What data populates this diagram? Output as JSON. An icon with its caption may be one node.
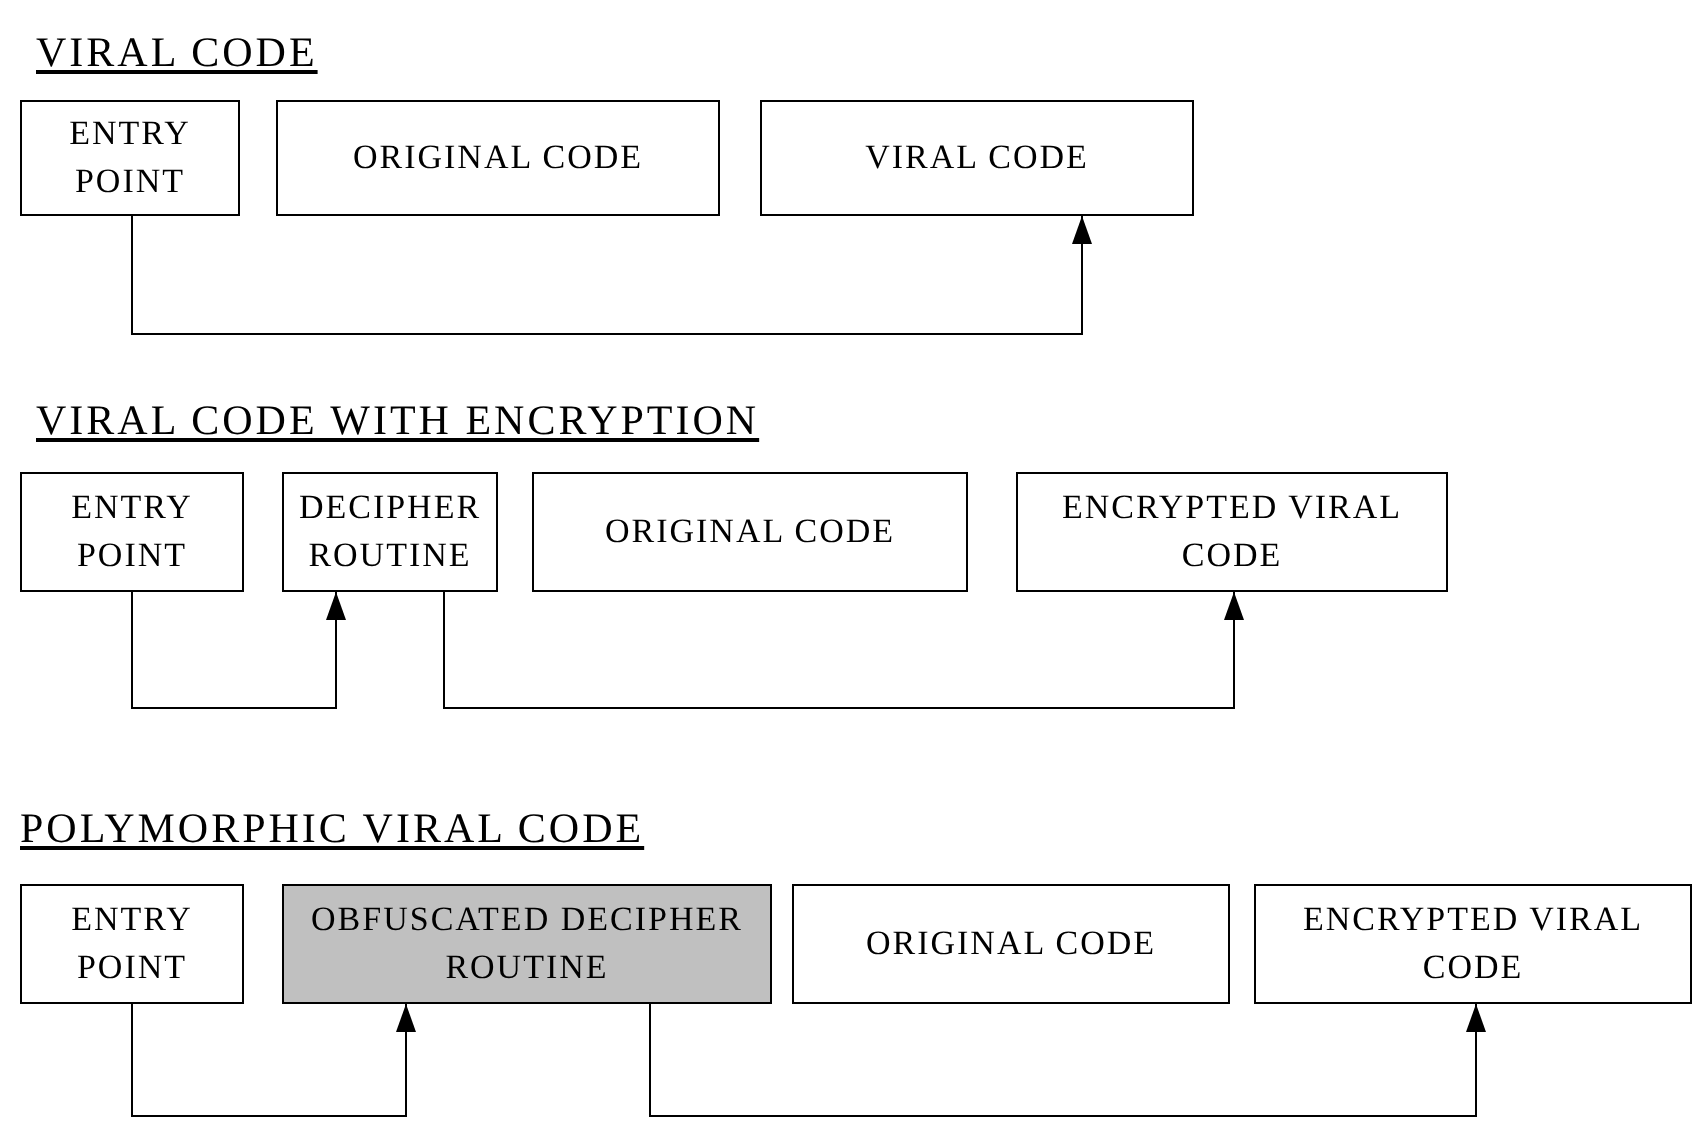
{
  "diagram": {
    "nodes": [
      {
        "text": [
          "ENTRY POINT"
        ]
      },
      {
        "text": [
          "ORIGINAL CODE"
        ]
      },
      {
        "text": [
          "VIRAL CODE"
        ]
      },
      {
        "text": [
          "ENTRY POINT"
        ]
      },
      {
        "text": [
          "DECIPHER ROUTINE"
        ]
      },
      {
        "text": [
          "ORIGINAL CODE"
        ]
      },
      {
        "text": [
          "ENCRYPTED VIRAL CODE"
        ]
      },
      {
        "text": [
          "ENTRY POINT"
        ]
      },
      {
        "text": [
          "OBFUSCATED DECIPHER ROUTINE"
        ]
      },
      {
        "text": [
          "ORIGINAL CODE"
        ]
      },
      {
        "text": [
          "ENCRYPTED VIRAL CODE"
        ]
      }
    ],
    "edges": [
      {
        "from": 0,
        "to": 2,
        "arrow": "to"
      },
      {
        "from": 3,
        "to": 4,
        "arrow": "to"
      },
      {
        "from": 4,
        "to": 6,
        "arrow": "to"
      },
      {
        "from": 7,
        "to": 8,
        "arrow": "to"
      },
      {
        "from": 8,
        "to": 10,
        "arrow": "to"
      }
    ],
    "labels": [
      "VIRAL CODE",
      "VIRAL CODE WITH ENCRYPTION",
      "POLYMORPHIC VIRAL CODE"
    ]
  }
}
